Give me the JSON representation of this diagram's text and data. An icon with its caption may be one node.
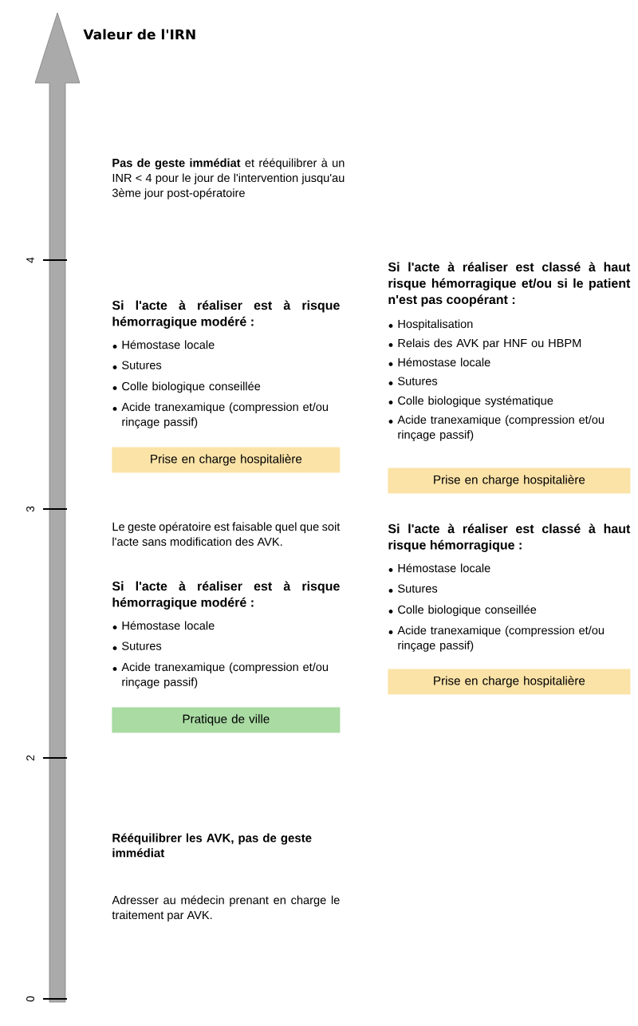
{
  "diagram": {
    "nodes": [
      {
        "text": [
          "Prise en charge hospitalière"
        ]
      },
      {
        "text": [
          "Prise en charge hospitalière"
        ]
      },
      {
        "text": [
          "Pratique de ville"
        ]
      },
      {
        "text": [
          "Prise en charge hospitalière"
        ]
      }
    ],
    "labels": [
      "Valeur de l'IRN",
      "**Pas de geste immédiat** et rééquilibrer à un INR < 4 pour le jour de l'intervention jusqu'au 3ème jour post-opératoire",
      "4",
      "Si l'acte à réaliser est à risque hémorragique modéré :",
      "Hémostase locale",
      "Sutures",
      "Colle biologique conseillée",
      "Acide tranexamique (compression et/ou rinçage passif)",
      "Si l'acte à réaliser est classé à haut risque hémorragique et/ou si le patient n'est pas coopérant :",
      "Hospitalisation",
      "Relais des AVK par HNF ou HBPM",
      "Hémostase locale",
      "Sutures",
      "Colle biologique systématique",
      "Acide tranexamique (compression et/ou rinçage passif)",
      "3",
      "Le geste opératoire est faisable quel que soit l'acte sans modification des AVK.",
      "Si l'acte à réaliser est à risque hémorragique modéré :",
      "Hémostase locale",
      "Sutures",
      "Acide tranexamique (compression et/ou rinçage passif)",
      "Si l'acte à réaliser est classé à haut risque hémorragique :",
      "Hémostase locale",
      "Sutures",
      "Colle biologique conseillée",
      "Acide tranexamique (compression et/ou rinçage passif)",
      "2",
      "Rééquilibrer les AVK, pas de geste immédiat",
      "Adresser au médecin prenant en charge le traitement par AVK.",
      "0"
    ]
  }
}
